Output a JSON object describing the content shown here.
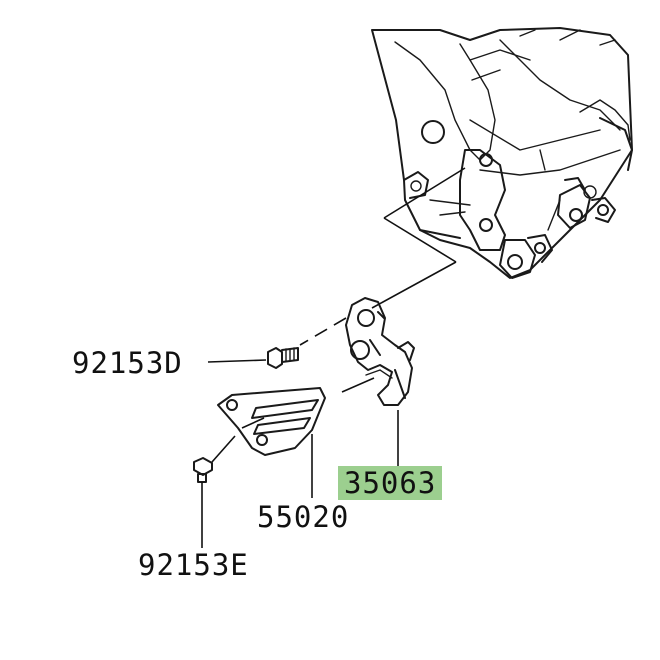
{
  "parts": [
    {
      "id": "p1",
      "label": "92153D",
      "highlighted": false
    },
    {
      "id": "p2",
      "label": "35063",
      "highlighted": true
    },
    {
      "id": "p3",
      "label": "55020",
      "highlighted": false
    },
    {
      "id": "p4",
      "label": "92153E",
      "highlighted": false
    }
  ],
  "colors": {
    "highlight": "#9ccf8f",
    "line": "#1a1a1a",
    "background": "#ffffff"
  }
}
